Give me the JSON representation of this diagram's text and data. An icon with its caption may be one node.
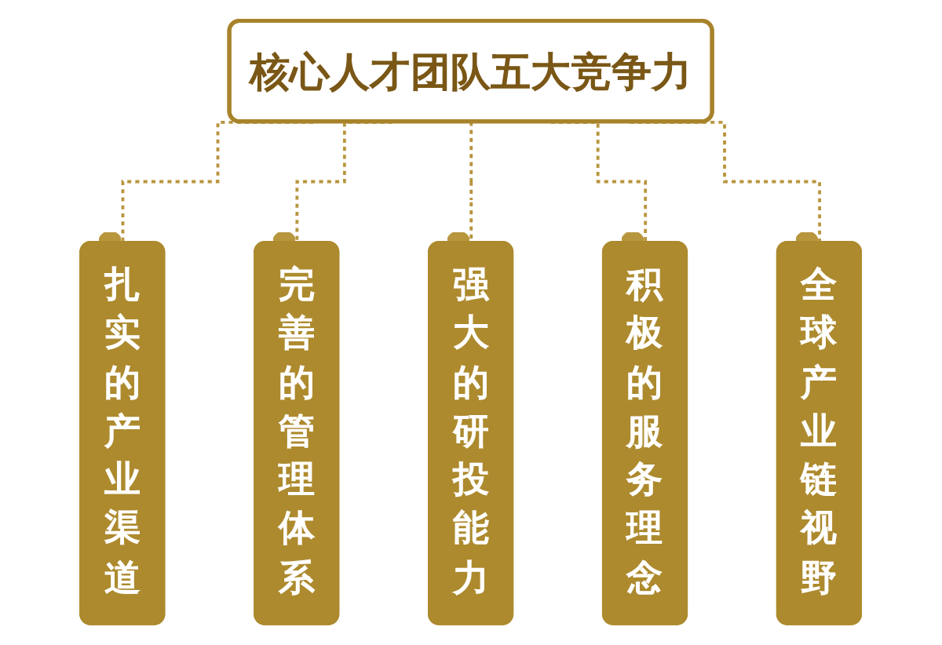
{
  "diagram": {
    "nodes": [
      {
        "text": [
          "核心人才团队五大竞争力"
        ]
      },
      {
        "text": [
          "扎实的产业渠道"
        ]
      },
      {
        "text": [
          "完善的管理体系"
        ]
      },
      {
        "text": [
          "强大的研投能力"
        ]
      },
      {
        "text": [
          "积极的服务理念"
        ]
      },
      {
        "text": [
          "全球产业链视野"
        ]
      }
    ],
    "edges": [
      {
        "from": 0,
        "to": 1,
        "arrow": "other",
        "style": "dashed"
      },
      {
        "from": 0,
        "to": 2,
        "arrow": "other",
        "style": "dashed"
      },
      {
        "from": 0,
        "to": 3,
        "arrow": "other",
        "style": "dashed"
      },
      {
        "from": 0,
        "to": 4,
        "arrow": "other",
        "style": "dashed"
      },
      {
        "from": 0,
        "to": 5,
        "arrow": "other",
        "style": "dashed"
      }
    ]
  }
}
